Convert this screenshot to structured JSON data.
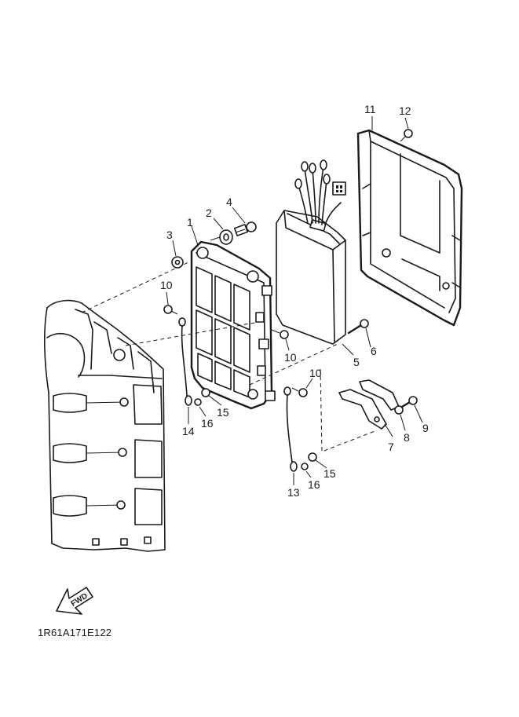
{
  "diagram": {
    "code": "1R61A171E122",
    "direction_marker": "FWD",
    "callouts": {
      "c1": "1",
      "c2": "2",
      "c3": "3",
      "c4": "4",
      "c5": "5",
      "c6": "6",
      "c7": "7",
      "c8": "8",
      "c9": "9",
      "c10a": "10",
      "c10b": "10",
      "c10c": "10",
      "c11": "11",
      "c12": "12",
      "c13": "13",
      "c14": "14",
      "c15a": "15",
      "c15b": "15",
      "c16a": "16",
      "c16b": "16"
    }
  }
}
